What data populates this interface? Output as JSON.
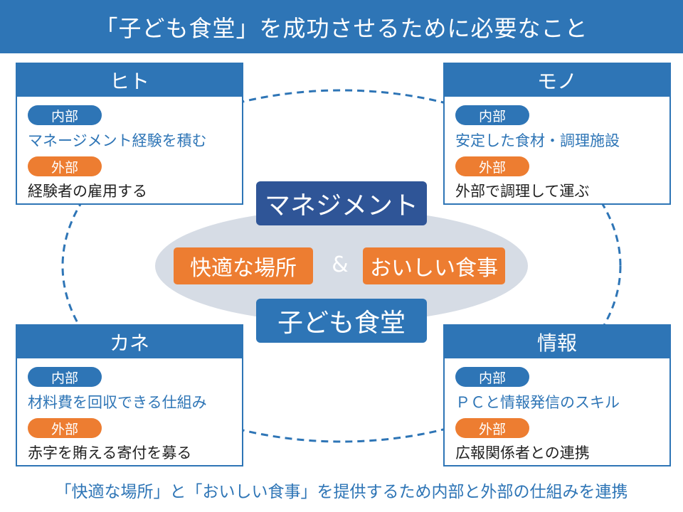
{
  "title": "「子ども食堂」を成功させるために必要なこと",
  "center": {
    "management": "マネジメント",
    "place": "快適な場所",
    "amp": "&",
    "meal": "おいしい食事",
    "shokudo": "子ども食堂"
  },
  "cards": {
    "hito": {
      "header": "ヒト",
      "inner_label": "内部",
      "inner_text": "マネージメント経験を積む",
      "outer_label": "外部",
      "outer_text": "経験者の雇用する"
    },
    "mono": {
      "header": "モノ",
      "inner_label": "内部",
      "inner_text": "安定した食材・調理施設",
      "outer_label": "外部",
      "outer_text": "外部で調理して運ぶ"
    },
    "kane": {
      "header": "カネ",
      "inner_label": "内部",
      "inner_text": "材料費を回収できる仕組み",
      "outer_label": "外部",
      "outer_text": "赤字を賄える寄付を募る"
    },
    "joho": {
      "header": "情報",
      "inner_label": "内部",
      "inner_text": "ＰＣと情報発信のスキル",
      "outer_label": "外部",
      "outer_text": "広報関係者との連携"
    }
  },
  "footer": "「快適な場所」と「おいしい食事」を提供するため内部と外部の仕組みを連携",
  "colors": {
    "blue": "#2e75b6",
    "navy": "#2f5597",
    "orange": "#ed7d31",
    "inner_ellipse": "#d6dce5"
  }
}
